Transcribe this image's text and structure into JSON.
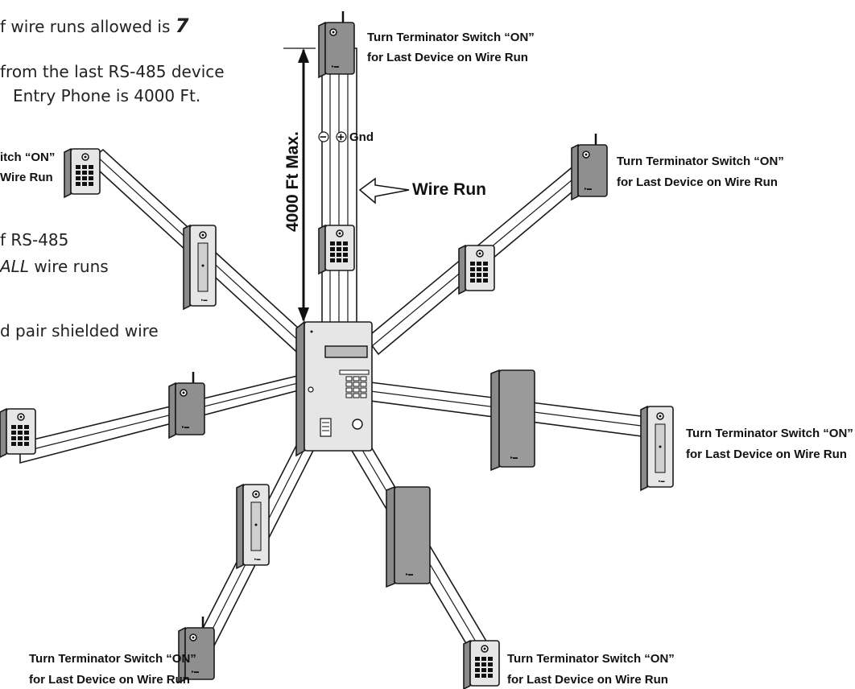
{
  "notes": {
    "line1_prefix": "f wire runs allowed is ",
    "line1_value": "7",
    "line2a": "from the last RS-485 device",
    "line2b": "Entry Phone is 4000 Ft.",
    "line3a": "f RS-485",
    "line3b_italic": "ALL",
    "line3b_rest": " wire runs",
    "line4": "d pair shielded wire"
  },
  "labels": {
    "max_distance": "4000 Ft Max.",
    "wire_run": "Wire Run",
    "polarity_minus": "−",
    "polarity_plus": "+",
    "gnd": "Gnd",
    "terminator_line1": "Turn Terminator Switch “ON”",
    "terminator_line2": "for Last Device on Wire Run",
    "partial_left_line1": "itch “ON”",
    "partial_left_line2": "Wire Run"
  },
  "colors": {
    "ink": "#1a1a1a",
    "device_front": "#e6e6e6",
    "device_side": "#8a8a8a"
  }
}
